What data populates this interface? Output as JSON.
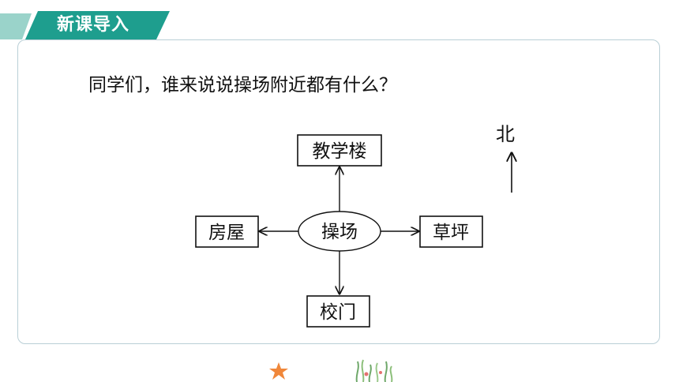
{
  "header": {
    "title": "新课导入",
    "accent": "#1e9e8e",
    "accent_light": "#9ad3ca"
  },
  "question": "同学们，谁来说说操场附近都有什么？",
  "compass": {
    "north_label": "北"
  },
  "diagram": {
    "center": "操场",
    "north": "教学楼",
    "west": "房屋",
    "east": "草坪",
    "south": "校门"
  },
  "icons": [
    "starfish-icon",
    "seaweed-icon"
  ]
}
